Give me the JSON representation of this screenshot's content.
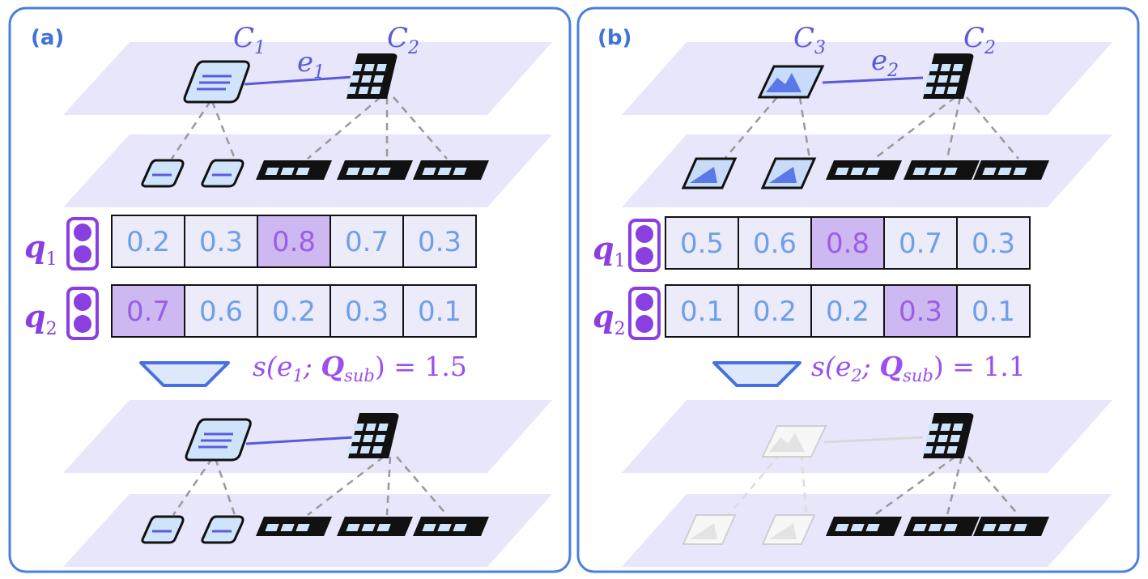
{
  "panels": [
    {
      "tag": "(a)",
      "node_a": {
        "base": "C",
        "sub": "1"
      },
      "node_b": {
        "base": "C",
        "sub": "2"
      },
      "edge": {
        "base": "e",
        "sub": "1"
      },
      "node_a_kind": "text-document-icon",
      "node_b_kind": "table-grid-icon",
      "q1": {
        "base": "q",
        "sub": "1",
        "values": [
          "0.2",
          "0.3",
          "0.8",
          "0.7",
          "0.3"
        ],
        "highlight": 2
      },
      "q2": {
        "base": "q",
        "sub": "2",
        "values": [
          "0.7",
          "0.6",
          "0.2",
          "0.3",
          "0.1"
        ],
        "highlight": 0
      },
      "score": {
        "prefix": "s(",
        "edge_base": "e",
        "edge_sub": "1",
        "sep": "; ",
        "Q": "Q",
        "Q_sub": "sub",
        "suffix": ") = 1.5"
      },
      "result_faded": false
    },
    {
      "tag": "(b)",
      "node_a": {
        "base": "C",
        "sub": "3"
      },
      "node_b": {
        "base": "C",
        "sub": "2"
      },
      "edge": {
        "base": "e",
        "sub": "2"
      },
      "node_a_kind": "image-chart-icon",
      "node_b_kind": "table-grid-icon",
      "q1": {
        "base": "q",
        "sub": "1",
        "values": [
          "0.5",
          "0.6",
          "0.8",
          "0.7",
          "0.3"
        ],
        "highlight": 2
      },
      "q2": {
        "base": "q",
        "sub": "2",
        "values": [
          "0.1",
          "0.2",
          "0.2",
          "0.3",
          "0.1"
        ],
        "highlight": 3
      },
      "score": {
        "prefix": "s(",
        "edge_base": "e",
        "edge_sub": "2",
        "sep": "; ",
        "Q": "Q",
        "Q_sub": "sub",
        "suffix": ") = 1.1"
      },
      "result_faded": true
    }
  ],
  "colors": {
    "panel_border": "#4a7fe0",
    "plane_fill": "#e8e6fa",
    "cell_fill": "#ecebfa",
    "cell_highlight": "#cdb8f2",
    "query_purple": "#8a3fe0",
    "edge_blue": "#5a5ad8",
    "doc_fill": "#cfe4fb",
    "arrow_fill": "#dde9fb",
    "arrow_stroke": "#4a6fe0"
  }
}
